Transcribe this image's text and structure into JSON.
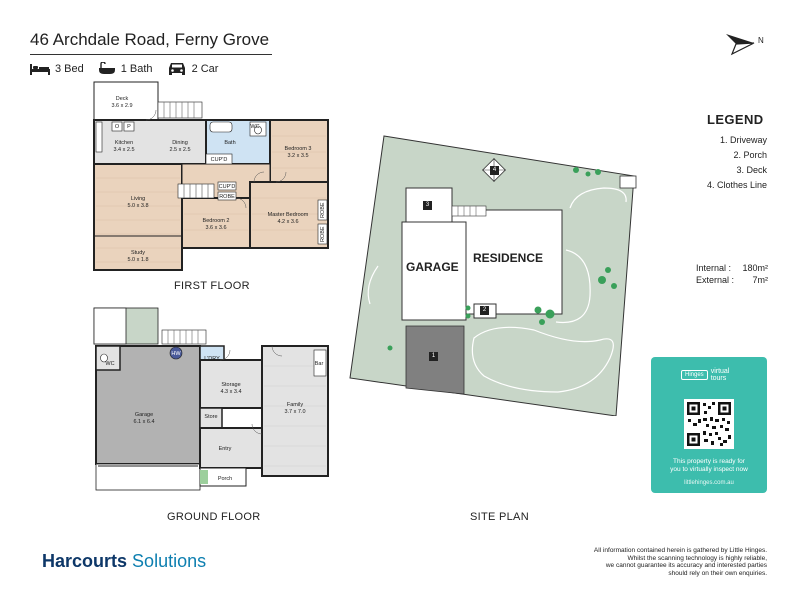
{
  "header": {
    "address": "46 Archdale Road, Ferny Grove",
    "features": [
      {
        "icon": "bed-icon",
        "label": "3 Bed"
      },
      {
        "icon": "bath-icon",
        "label": "1 Bath"
      },
      {
        "icon": "car-icon",
        "label": "2 Car"
      }
    ]
  },
  "compass": {
    "label": "N"
  },
  "first_floor": {
    "label": "FIRST FLOOR",
    "rooms": [
      {
        "name": "Deck",
        "size": "3.6 x 2.9"
      },
      {
        "name": "Kitchen",
        "size": "3.4 x 2.5"
      },
      {
        "name": "Dining",
        "size": "2.5 x 2.5"
      },
      {
        "name": "Bath",
        "size": ""
      },
      {
        "name": "Bedroom 3",
        "size": "3.2 x 3.5"
      },
      {
        "name": "Living",
        "size": "5.0 x 3.8"
      },
      {
        "name": "Bedroom 2",
        "size": "3.6 x 3.6"
      },
      {
        "name": "Master Bedroom",
        "size": "4.2 x 3.6"
      },
      {
        "name": "Study",
        "size": "5.0 x 1.8"
      }
    ],
    "small_labels": {
      "o": "O",
      "p": "P",
      "wc": "WC",
      "cupd1": "CUP'D",
      "cupd2": "CUP'D",
      "robe1": "ROBE",
      "robe2": "ROBE",
      "robe3": "ROBE"
    }
  },
  "ground_floor": {
    "label": "GROUND FLOOR",
    "rooms": [
      {
        "name": "Garage",
        "size": "6.1 x 6.4"
      },
      {
        "name": "Storage",
        "size": "4.3 x 3.4"
      },
      {
        "name": "Family",
        "size": "3.7 x 7.0"
      }
    ],
    "small_labels": {
      "wc": "WC",
      "hw": "HW",
      "ldry": "L'DRY",
      "store": "Store",
      "entry": "Entry",
      "porch": "Porch",
      "bar": "Bar"
    }
  },
  "site_plan": {
    "label": "SITE PLAN",
    "garage": "GARAGE",
    "residence": "RESIDENCE",
    "markers": [
      "1",
      "2",
      "3",
      "4"
    ]
  },
  "legend": {
    "title": "LEGEND",
    "items": [
      "1. Driveway",
      "2. Porch",
      "3. Deck",
      "4. Clothes Line"
    ]
  },
  "areas": {
    "internal_label": "Internal :",
    "internal_value": "180m²",
    "external_label": "External :",
    "external_value": "7m²"
  },
  "qr_card": {
    "brand_small": "Hinges",
    "brand_virtual": "virtual",
    "brand_tours": "tours",
    "message_1": "This property is ready for",
    "message_2": "you to virtually inspect now",
    "url": "littlehinges.com.au"
  },
  "disclaimer": [
    "All information contained herein is gathered by Little Hinges.",
    "Whilst the scanning technology is highly reliable,",
    "we cannot guarantee its accuracy and interested parties",
    "should rely on their own enquiries."
  ],
  "brand": {
    "name_1": "Harcourts",
    "name_2": "Solutions"
  },
  "colors": {
    "wood": "#ead3bd",
    "grass": "#c8d6c8",
    "tile": "#e3e3e3",
    "garage_floor": "#b2b2b2",
    "driveway": "#808080",
    "bath_blue": "#cfe3f3",
    "accent": "#3dbdad",
    "brand_dark": "#0d3768",
    "brand_light": "#0d7fb0"
  }
}
